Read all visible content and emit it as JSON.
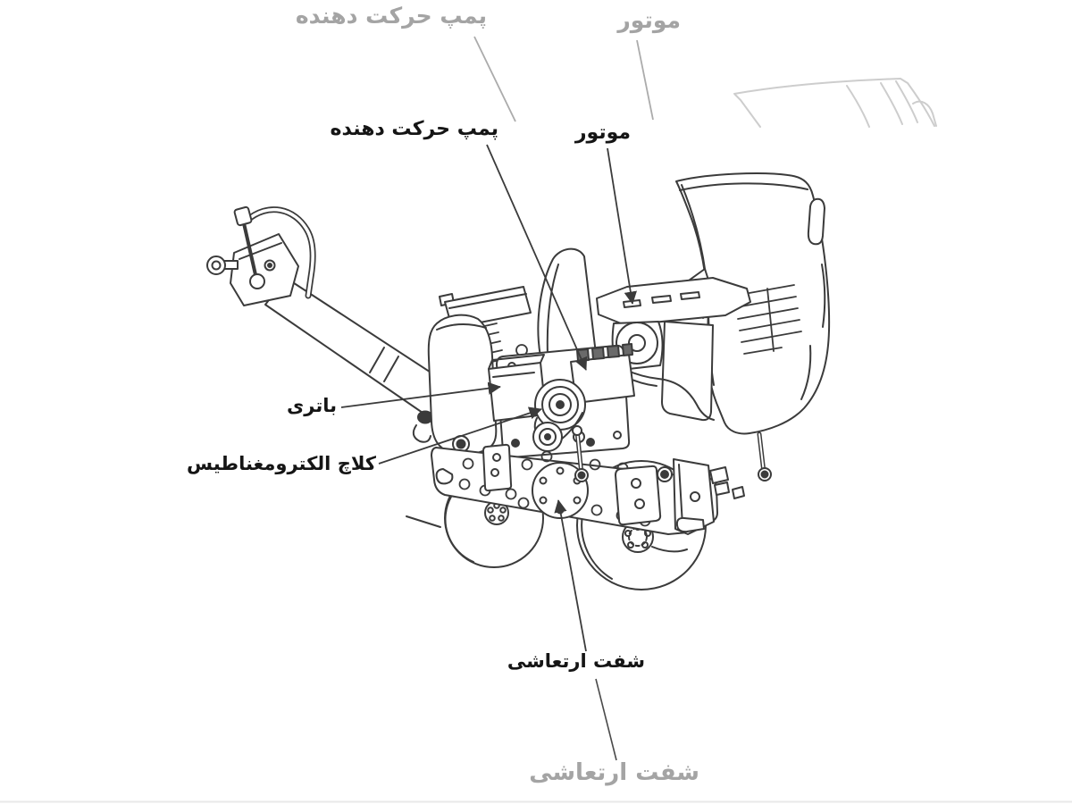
{
  "diagram": {
    "type": "technical-illustration",
    "subject": "walk-behind-duplex-vibratory-roller-parts-diagram",
    "background_color": "#ffffff",
    "colors": {
      "machine_line": "#3b3b3b",
      "label_text": "#151515",
      "ghost_text": "#a4a4a4",
      "ghost_leader_line": "#ababab",
      "ghost_outline": "#cdcdcd",
      "leader_line": "#3b3b3b"
    },
    "labels": {
      "pump_top_ghost": "پمپ حرکت دهنده",
      "motor_top_ghost": "موتور",
      "pump": "پمپ حرکت دهنده",
      "motor": "موتور",
      "battery": "باتری",
      "clutch": "کلاچ الکترومغناطیس",
      "vibration_shaft": "شفت ارتعاشی",
      "vibration_shaft_bottom_ghost": "شفت ارتعاشی"
    },
    "connections": [
      {
        "label": "pump",
        "target": "hydraulic-pump-block",
        "style": "arrow"
      },
      {
        "label": "motor",
        "target": "engine-deck",
        "style": "arrow"
      },
      {
        "label": "battery",
        "target": "battery-box",
        "style": "arrow"
      },
      {
        "label": "clutch",
        "target": "electromagnetic-clutch-pulley",
        "style": "arrow"
      },
      {
        "label": "vibration_shaft",
        "target": "vibration-shaft-cover",
        "style": "arrow"
      },
      {
        "label": "pump_top_ghost",
        "target": "pump",
        "style": "plain"
      },
      {
        "label": "motor_top_ghost",
        "target": "motor",
        "style": "plain"
      },
      {
        "label": "vibration_shaft",
        "target": "vibration_shaft_bottom_ghost",
        "style": "plain"
      }
    ]
  }
}
